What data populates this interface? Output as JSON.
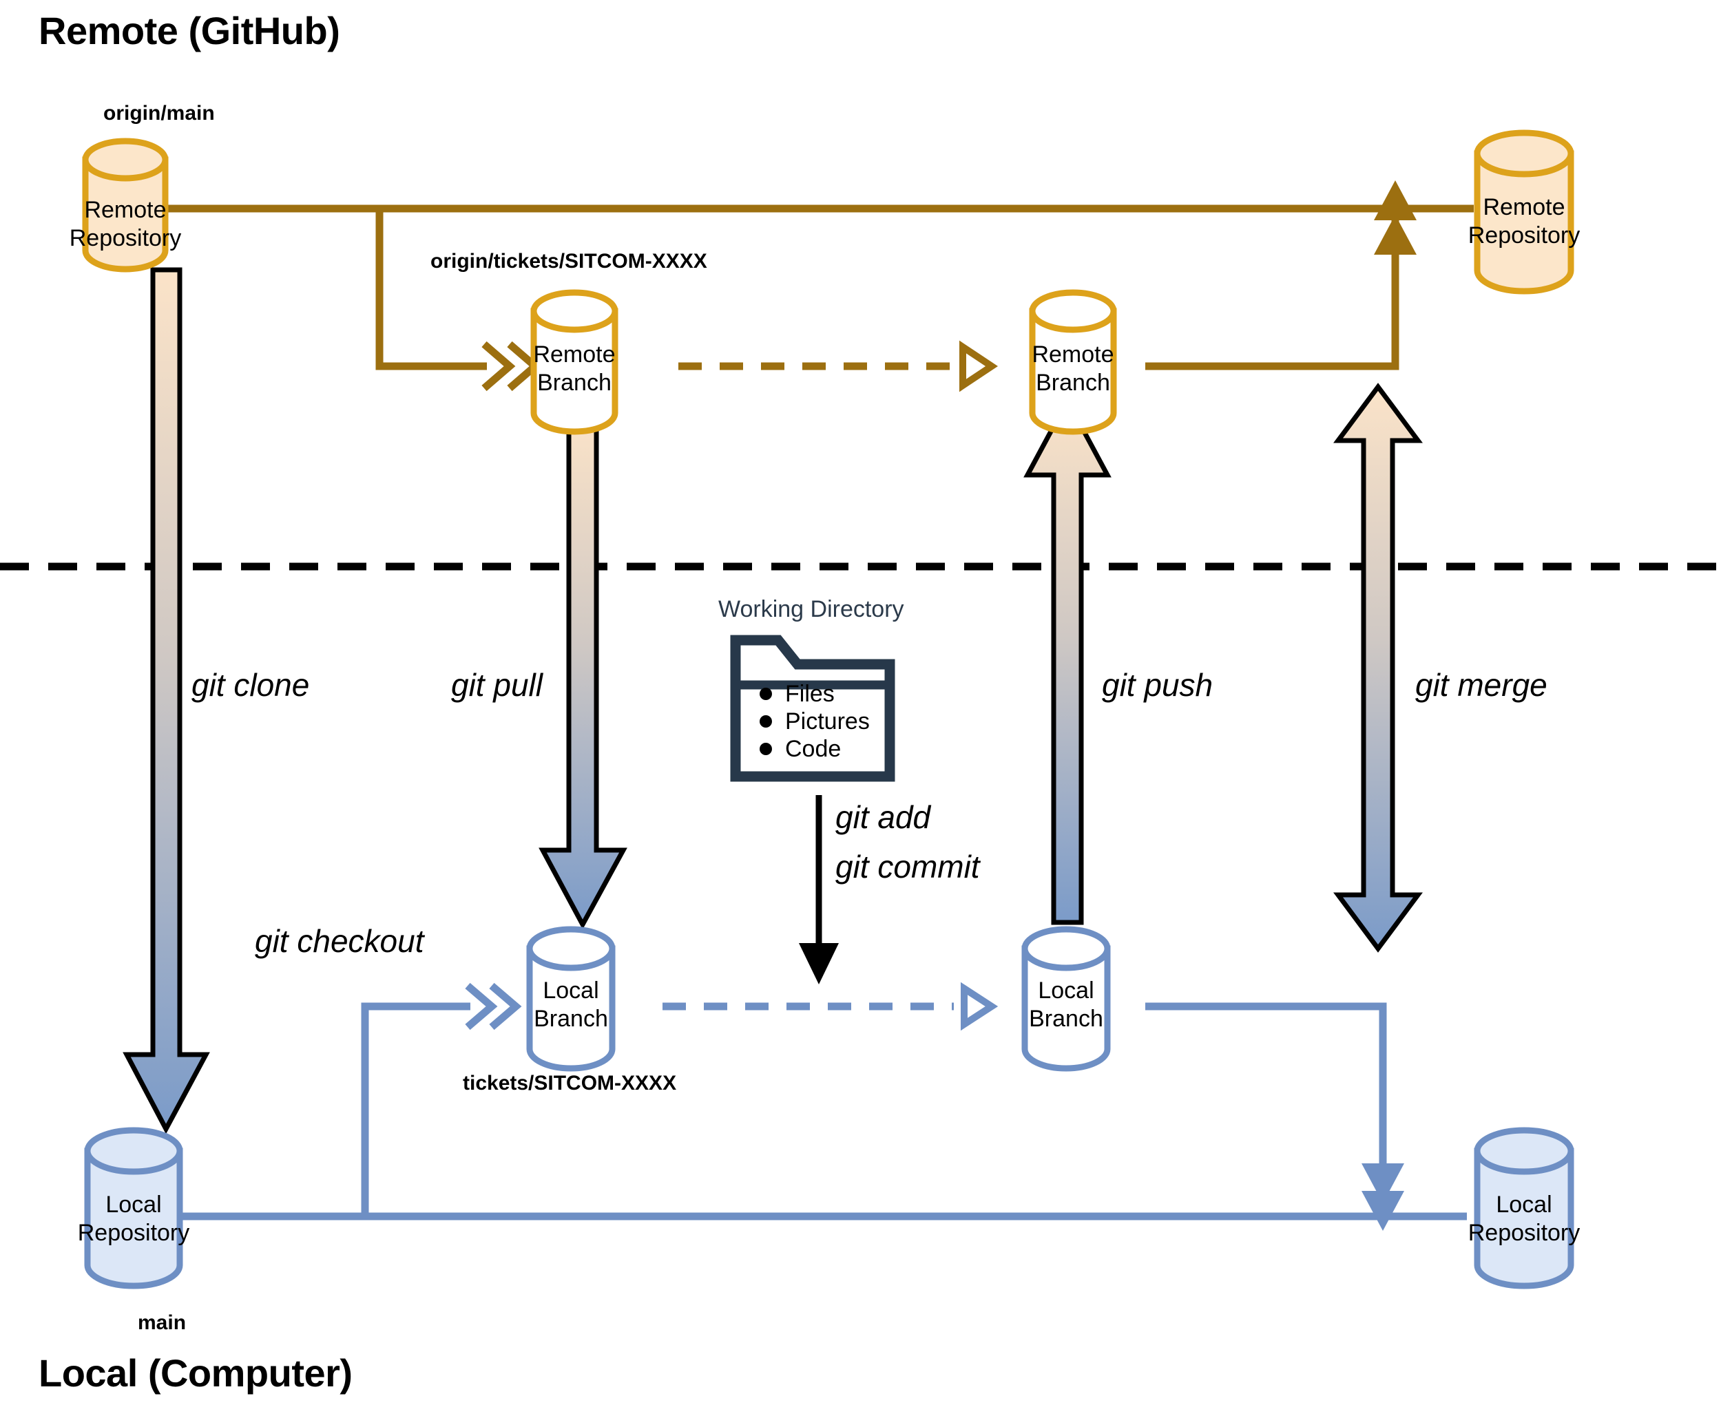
{
  "zones": {
    "top": "Remote (GitHub)",
    "bottom": "Local (Computer)"
  },
  "branch_tags": {
    "origin_main": "origin/main",
    "origin_ticket": "origin/tickets/SITCOM-XXXX",
    "local_ticket": "tickets/SITCOM-XXXX",
    "local_main": "main"
  },
  "nodes": {
    "remote_repo_main": "Remote\nRepository",
    "remote_branch_left": "Remote\nBranch",
    "remote_branch_right": "Remote\nBranch",
    "remote_repo_right": "Remote\nRepository",
    "local_branch_left": "Local\nBranch",
    "local_branch_right": "Local\nBranch",
    "local_repo_main": "Local\nRepository",
    "local_repo_right": "Local\nRepository"
  },
  "commands": {
    "clone": "git clone",
    "pull": "git pull",
    "push": "git push",
    "merge": "git merge",
    "checkout": "git checkout",
    "add": "git add",
    "commit": "git commit"
  },
  "working_directory": {
    "title": "Working Directory",
    "items": [
      "Files",
      "Pictures",
      "Code"
    ]
  },
  "colors": {
    "remote_stroke": "#dda21b",
    "remote_fill": "#fce6ca",
    "remote_line": "#9c6f10",
    "local_stroke": "#6e8fc4",
    "local_fill": "#dce7f7",
    "folder": "#27384a",
    "divider": "#000000"
  }
}
